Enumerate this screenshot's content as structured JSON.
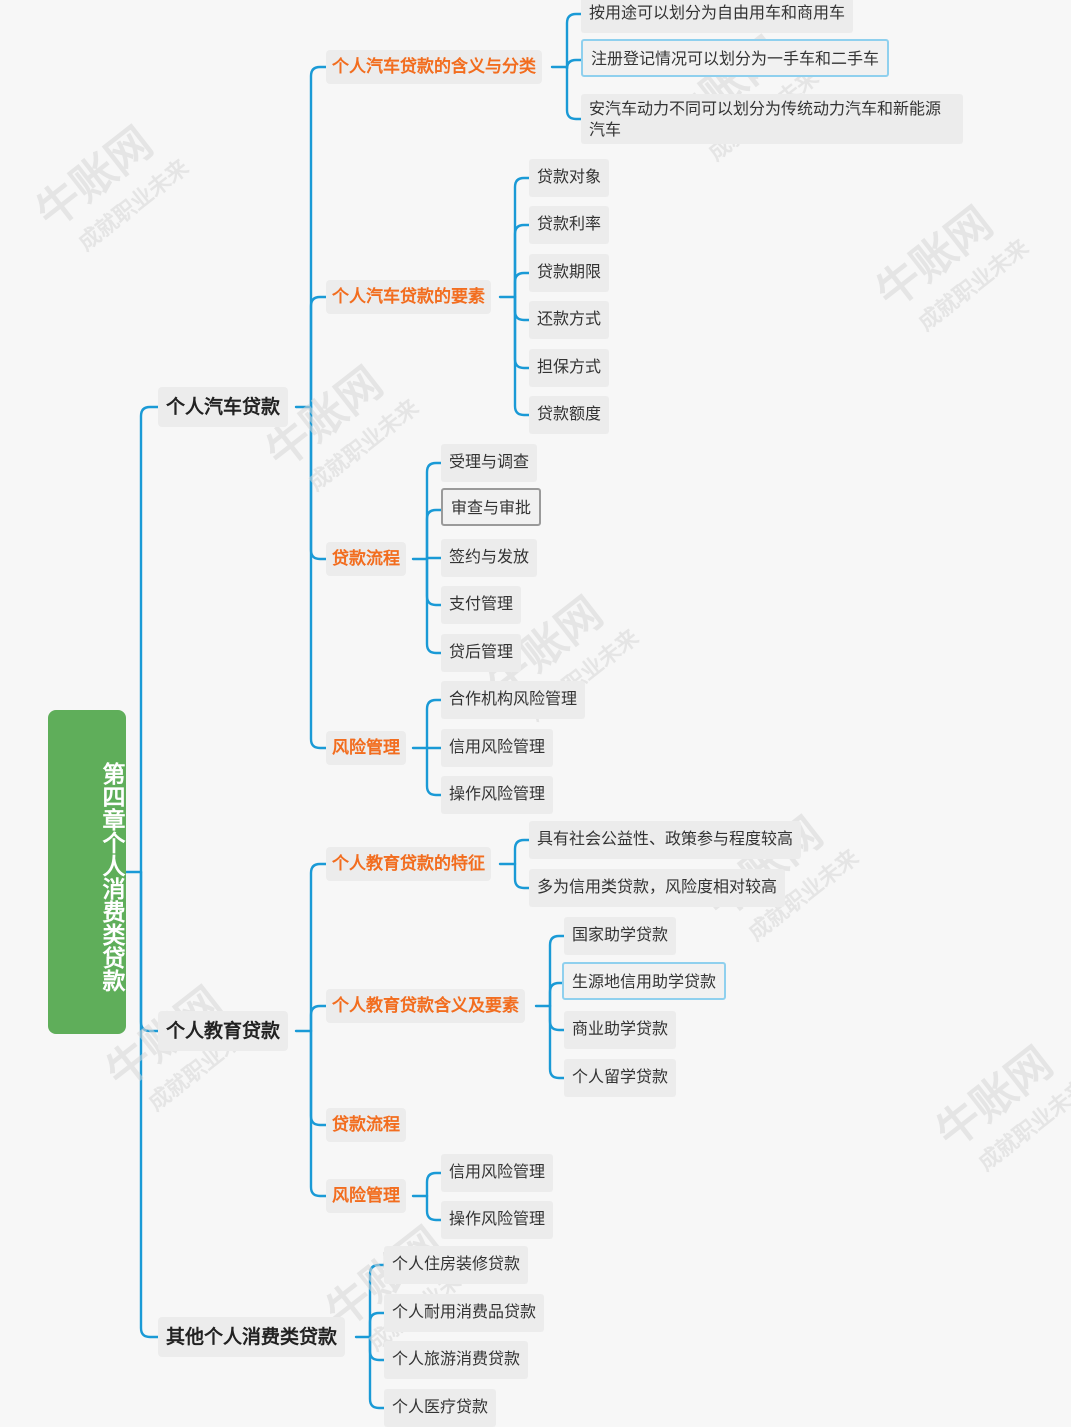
{
  "watermark": {
    "brand": "牛账网",
    "slogan": "成就职业未来"
  },
  "colors": {
    "root": "#5fae5a",
    "branch_line": "#1a9ad6",
    "l2_text": "#f26d1f",
    "node_bg": "#ececec"
  },
  "mindmap": {
    "root": "第四章个人消费类贷款",
    "sections": [
      {
        "label": "个人汽车贷款",
        "children": [
          {
            "label": "个人汽车贷款的含义与分类",
            "children": [
              "按用途可以划分为自由用车和商用车",
              "注册登记情况可以划分为一手车和二手车",
              "安汽车动力不同可以划分为传统动力汽车和新能源汽车"
            ]
          },
          {
            "label": "个人汽车贷款的要素",
            "children": [
              "贷款对象",
              "贷款利率",
              "贷款期限",
              "还款方式",
              "担保方式",
              "贷款额度"
            ]
          },
          {
            "label": "贷款流程",
            "children": [
              "受理与调查",
              "审查与审批",
              "签约与发放",
              "支付管理",
              "贷后管理"
            ]
          },
          {
            "label": "风险管理",
            "children": [
              "合作机构风险管理",
              "信用风险管理",
              "操作风险管理"
            ]
          }
        ]
      },
      {
        "label": "个人教育贷款",
        "children": [
          {
            "label": "个人教育贷款的特征",
            "children": [
              "具有社会公益性、政策参与程度较高",
              "多为信用类贷款，风险度相对较高"
            ]
          },
          {
            "label": "个人教育贷款含义及要素",
            "children": [
              "国家助学贷款",
              "生源地信用助学贷款",
              "商业助学贷款",
              "个人留学贷款"
            ]
          },
          {
            "label": "贷款流程",
            "children": []
          },
          {
            "label": "风险管理",
            "children": [
              "信用风险管理",
              "操作风险管理"
            ]
          }
        ]
      },
      {
        "label": "其他个人消费类贷款",
        "children": [
          "个人住房装修贷款",
          "个人耐用消费品贷款",
          "个人旅游消费贷款",
          "个人医疗贷款"
        ]
      }
    ]
  }
}
